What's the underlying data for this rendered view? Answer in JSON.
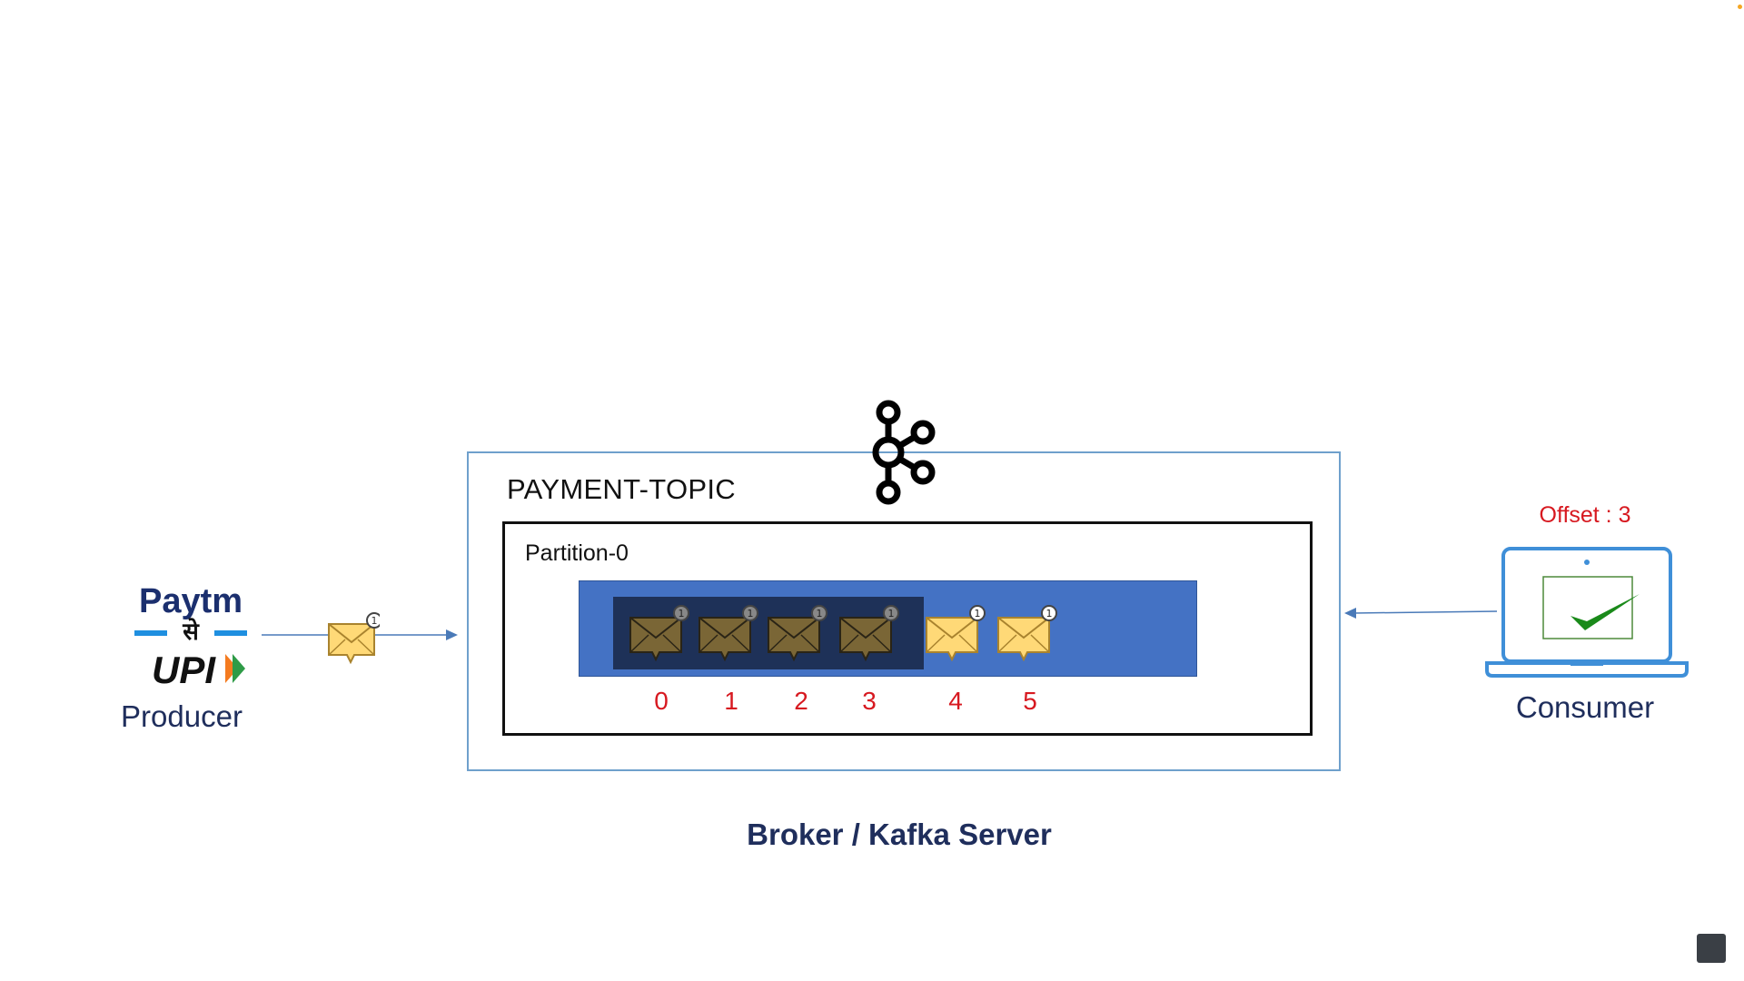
{
  "producer": {
    "logo_text_top": "Paytm",
    "logo_text_middle": "से",
    "logo_text_bottom": "UPI",
    "label": "Producer"
  },
  "broker": {
    "topic_title": "PAYMENT-TOPIC",
    "partition_title": "Partition-0",
    "label": "Broker / Kafka Server",
    "offsets": [
      "0",
      "1",
      "2",
      "3",
      "4",
      "5"
    ],
    "consumed_offsets": [
      0,
      1,
      2,
      3
    ],
    "message_badge": "1"
  },
  "consumer": {
    "offset_label": "Offset : 3",
    "label": "Consumer"
  },
  "colors": {
    "accent_red": "#d71920",
    "label_navy": "#1f2e5c",
    "partition_blue": "#4472c4",
    "consumed_dark": "#1e3158",
    "envelope_yellow": "#ffd977",
    "envelope_dim": "#7a6636",
    "arrow_blue": "#4a7ab8"
  },
  "icons": [
    "paytm-upi-logo",
    "envelope-icon",
    "kafka-logo-icon",
    "laptop-icon",
    "checkmark-icon"
  ]
}
